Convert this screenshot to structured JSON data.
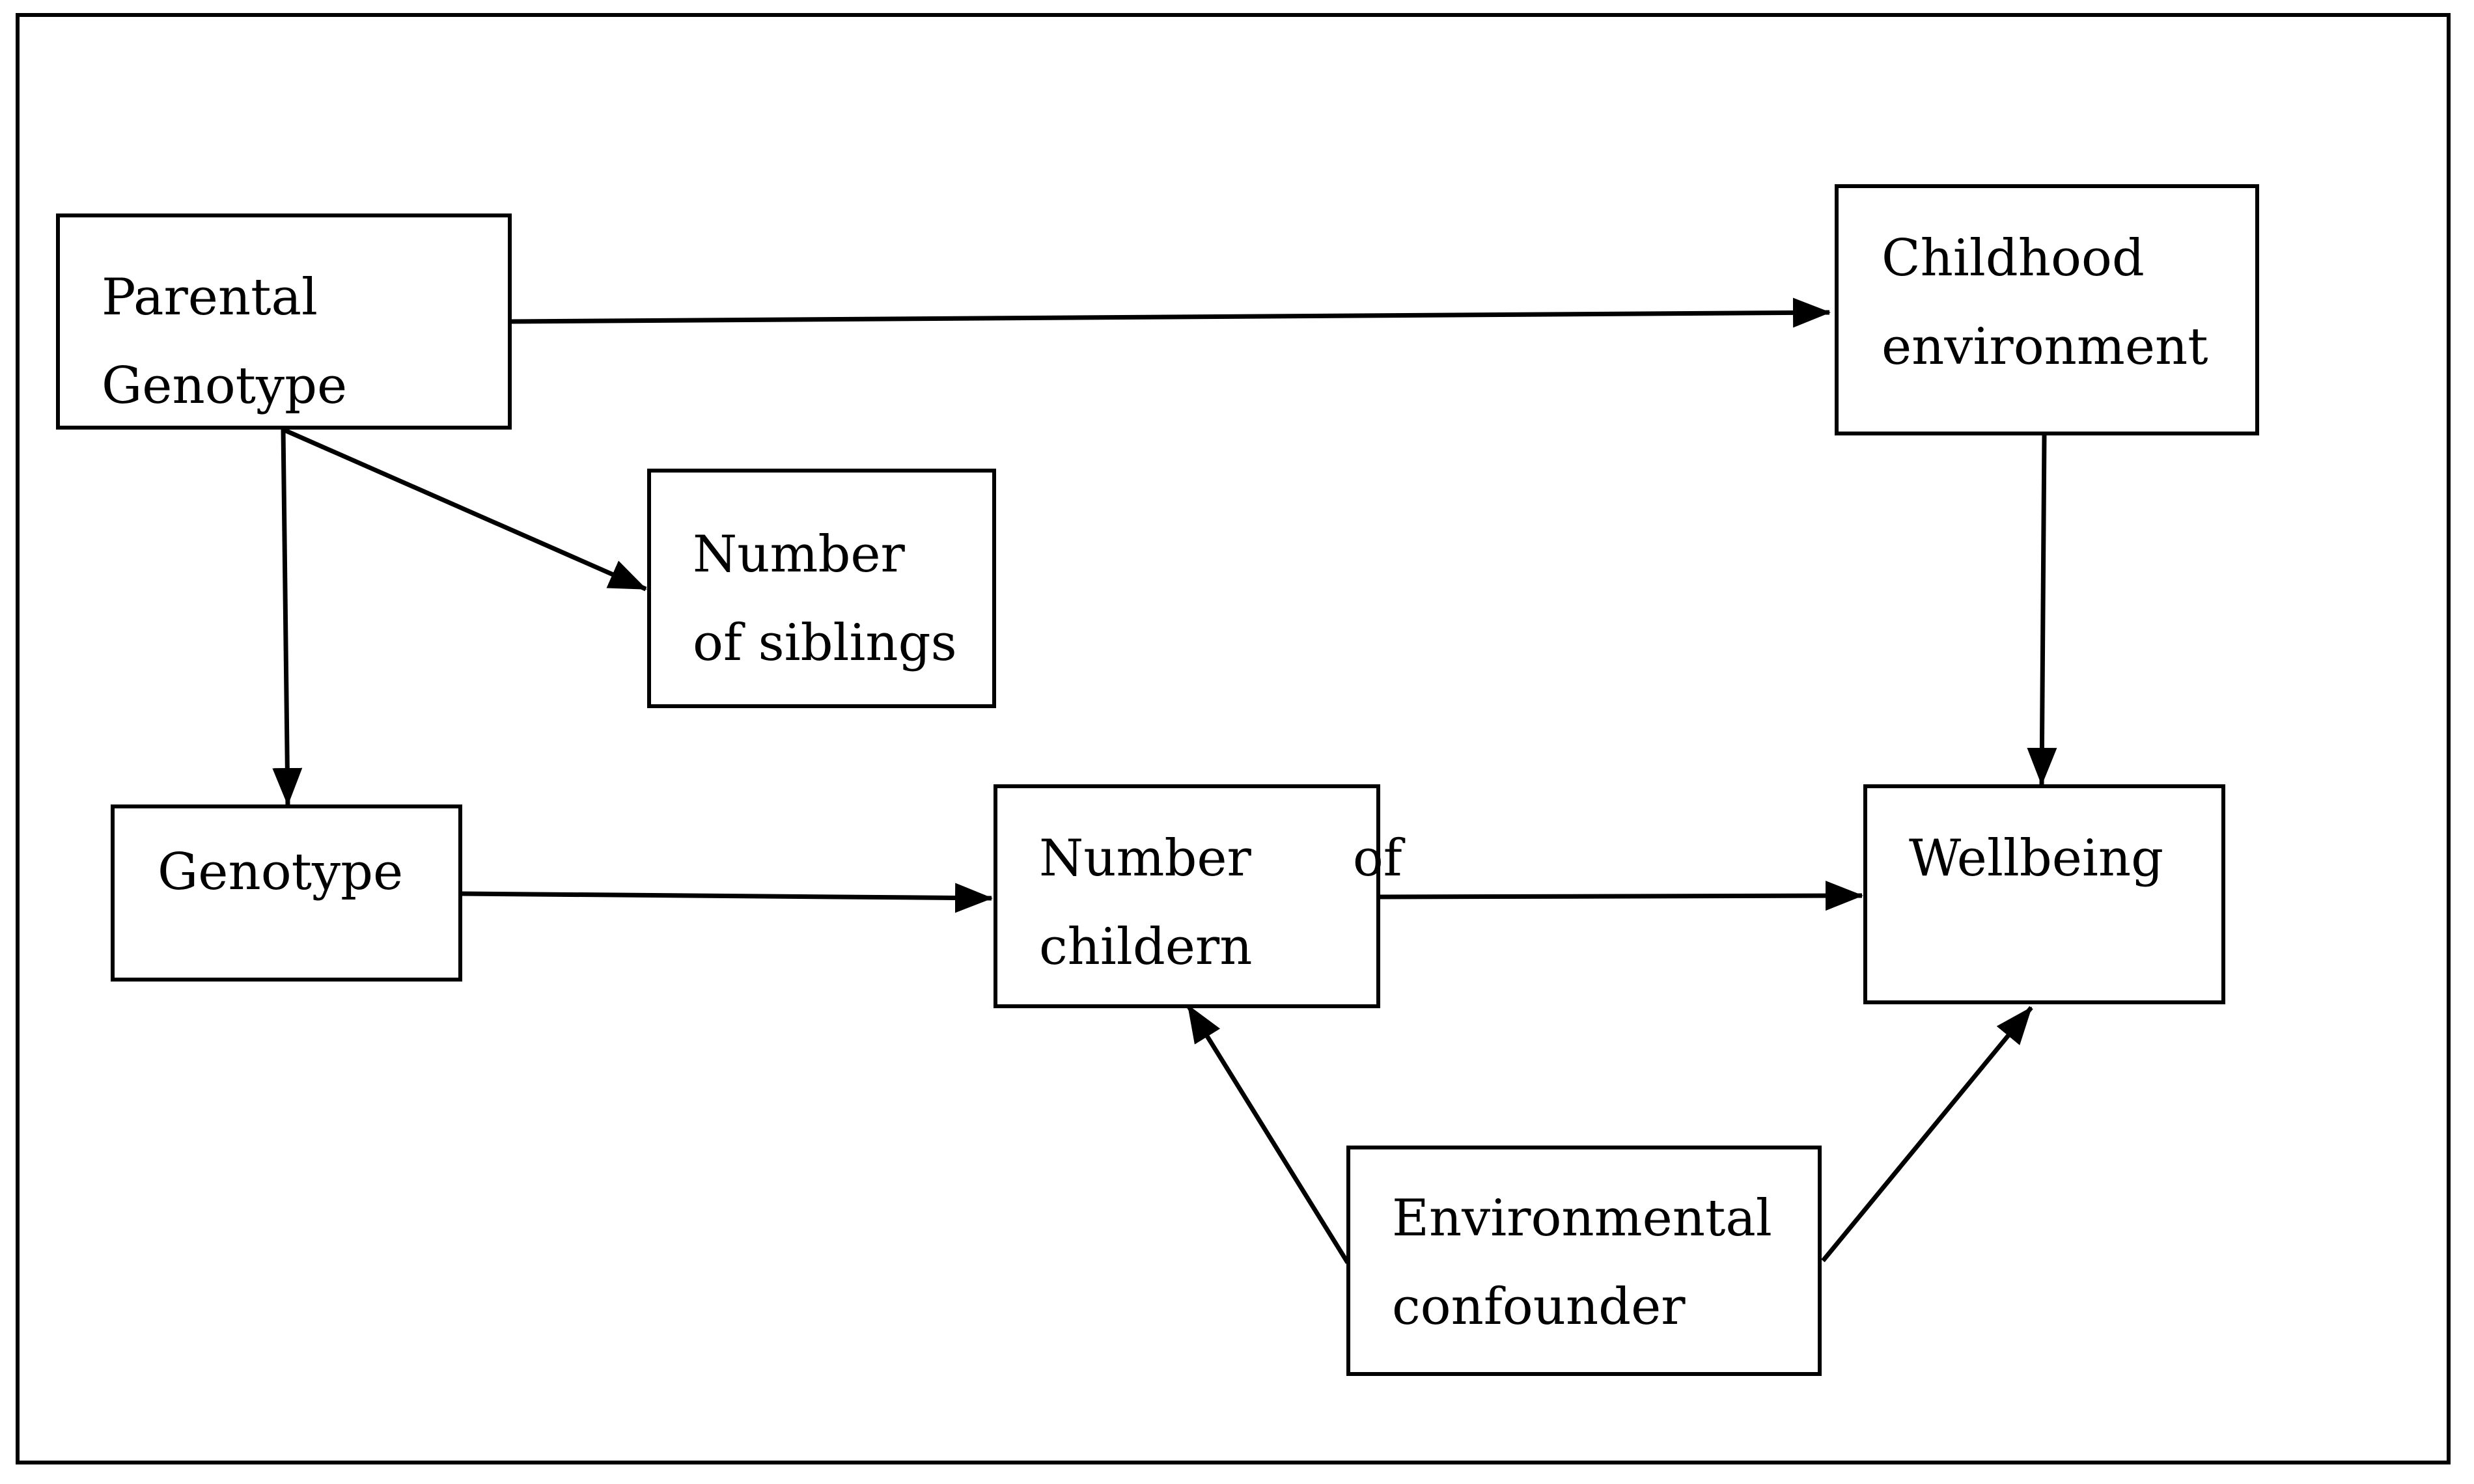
{
  "nodes": {
    "parental_genotype": {
      "line1": "Parental",
      "line2": "Genotype"
    },
    "childhood_environment": {
      "line1": "Childhood",
      "line2": "environment"
    },
    "number_of_siblings": {
      "line1": "Number",
      "line2": "of siblings"
    },
    "genotype": {
      "line1": "Genotype"
    },
    "number_of_children": {
      "line1": "Number  of",
      "line2": "childern"
    },
    "wellbeing": {
      "line1": "Wellbeing"
    },
    "environmental_confounder": {
      "line1": "Environmental",
      "line2": "confounder"
    }
  },
  "edges": [
    {
      "from": "parental_genotype",
      "to": "childhood_environment"
    },
    {
      "from": "parental_genotype",
      "to": "number_of_siblings"
    },
    {
      "from": "parental_genotype",
      "to": "genotype"
    },
    {
      "from": "childhood_environment",
      "to": "wellbeing"
    },
    {
      "from": "genotype",
      "to": "number_of_children"
    },
    {
      "from": "number_of_children",
      "to": "wellbeing"
    },
    {
      "from": "environmental_confounder",
      "to": "number_of_children"
    },
    {
      "from": "environmental_confounder",
      "to": "wellbeing"
    }
  ]
}
